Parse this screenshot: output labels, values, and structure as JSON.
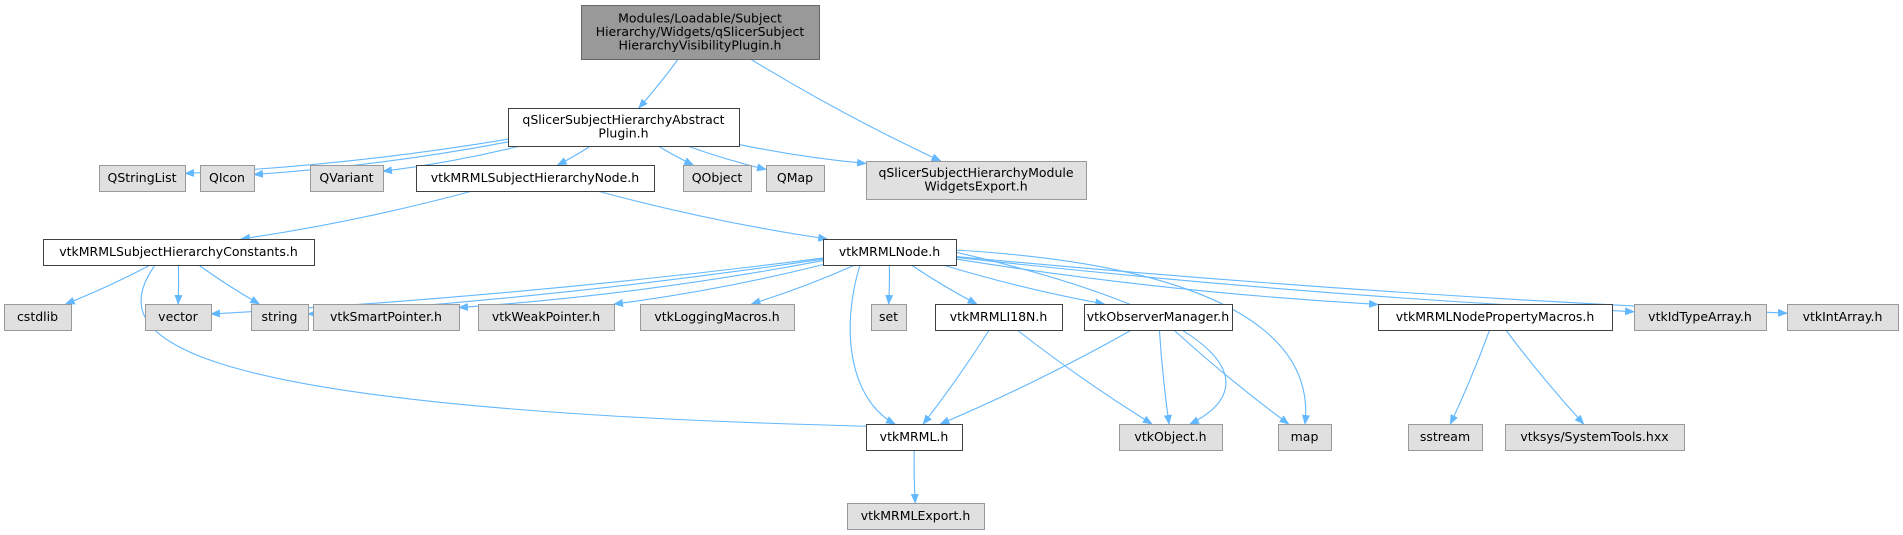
{
  "colors": {
    "edge": "#63b8ff",
    "root_fill": "#999999",
    "root_border": "#666666",
    "local_fill": "#ffffff",
    "local_border": "#404040",
    "external_fill": "#e0e0e0",
    "external_border": "#999999"
  },
  "nodes": [
    {
      "id": "root",
      "kind": "root",
      "lines": [
        "Modules/Loadable/Subject",
        "Hierarchy/Widgets/qSlicerSubject",
        "HierarchyVisibilityPlugin.h"
      ]
    },
    {
      "id": "abstract_plugin",
      "kind": "local",
      "lines": [
        "qSlicerSubjectHierarchyAbstract",
        "Plugin.h"
      ]
    },
    {
      "id": "qstringlist",
      "kind": "external",
      "lines": [
        "QStringList"
      ]
    },
    {
      "id": "qicon",
      "kind": "external",
      "lines": [
        "QIcon"
      ]
    },
    {
      "id": "qvariant",
      "kind": "external",
      "lines": [
        "QVariant"
      ]
    },
    {
      "id": "sh_node",
      "kind": "local",
      "lines": [
        "vtkMRMLSubjectHierarchyNode.h"
      ]
    },
    {
      "id": "qobject",
      "kind": "external",
      "lines": [
        "QObject"
      ]
    },
    {
      "id": "qmap",
      "kind": "external",
      "lines": [
        "QMap"
      ]
    },
    {
      "id": "widgets_export",
      "kind": "external",
      "lines": [
        "qSlicerSubjectHierarchyModule",
        "WidgetsExport.h"
      ]
    },
    {
      "id": "sh_constants",
      "kind": "local",
      "lines": [
        "vtkMRMLSubjectHierarchyConstants.h"
      ]
    },
    {
      "id": "mrml_node",
      "kind": "local",
      "lines": [
        "vtkMRMLNode.h"
      ]
    },
    {
      "id": "cstdlib",
      "kind": "external",
      "lines": [
        "cstdlib"
      ]
    },
    {
      "id": "vector",
      "kind": "external",
      "lines": [
        "vector"
      ]
    },
    {
      "id": "string",
      "kind": "external",
      "lines": [
        "string"
      ]
    },
    {
      "id": "smart_pointer",
      "kind": "external",
      "lines": [
        "vtkSmartPointer.h"
      ]
    },
    {
      "id": "weak_pointer",
      "kind": "external",
      "lines": [
        "vtkWeakPointer.h"
      ]
    },
    {
      "id": "logging_macros",
      "kind": "external",
      "lines": [
        "vtkLoggingMacros.h"
      ]
    },
    {
      "id": "set",
      "kind": "external",
      "lines": [
        "set"
      ]
    },
    {
      "id": "i18n",
      "kind": "local",
      "lines": [
        "vtkMRMLI18N.h"
      ]
    },
    {
      "id": "observer_manager",
      "kind": "local",
      "lines": [
        "vtkObserverManager.h"
      ]
    },
    {
      "id": "property_macros",
      "kind": "local",
      "lines": [
        "vtkMRMLNodePropertyMacros.h"
      ]
    },
    {
      "id": "id_type_array",
      "kind": "external",
      "lines": [
        "vtkIdTypeArray.h"
      ]
    },
    {
      "id": "int_array",
      "kind": "external",
      "lines": [
        "vtkIntArray.h"
      ]
    },
    {
      "id": "mrml",
      "kind": "local",
      "lines": [
        "vtkMRML.h"
      ]
    },
    {
      "id": "vtk_object",
      "kind": "external",
      "lines": [
        "vtkObject.h"
      ]
    },
    {
      "id": "map",
      "kind": "external",
      "lines": [
        "map"
      ]
    },
    {
      "id": "sstream",
      "kind": "external",
      "lines": [
        "sstream"
      ]
    },
    {
      "id": "system_tools",
      "kind": "external",
      "lines": [
        "vtksys/SystemTools.hxx"
      ]
    },
    {
      "id": "mrml_export",
      "kind": "external",
      "lines": [
        "vtkMRMLExport.h"
      ]
    }
  ],
  "edges": [
    [
      "root",
      "abstract_plugin"
    ],
    [
      "root",
      "widgets_export"
    ],
    [
      "abstract_plugin",
      "qstringlist"
    ],
    [
      "abstract_plugin",
      "qicon"
    ],
    [
      "abstract_plugin",
      "qvariant"
    ],
    [
      "abstract_plugin",
      "sh_node"
    ],
    [
      "abstract_plugin",
      "qobject"
    ],
    [
      "abstract_plugin",
      "qmap"
    ],
    [
      "abstract_plugin",
      "widgets_export"
    ],
    [
      "sh_node",
      "sh_constants"
    ],
    [
      "sh_node",
      "mrml_node"
    ],
    [
      "sh_constants",
      "cstdlib"
    ],
    [
      "sh_constants",
      "vector"
    ],
    [
      "sh_constants",
      "string"
    ],
    [
      "sh_constants",
      "mrml"
    ],
    [
      "mrml_node",
      "vector"
    ],
    [
      "mrml_node",
      "string"
    ],
    [
      "mrml_node",
      "smart_pointer"
    ],
    [
      "mrml_node",
      "weak_pointer"
    ],
    [
      "mrml_node",
      "logging_macros"
    ],
    [
      "mrml_node",
      "set"
    ],
    [
      "mrml_node",
      "i18n"
    ],
    [
      "mrml_node",
      "observer_manager"
    ],
    [
      "mrml_node",
      "property_macros"
    ],
    [
      "mrml_node",
      "id_type_array"
    ],
    [
      "mrml_node",
      "int_array"
    ],
    [
      "mrml_node",
      "mrml"
    ],
    [
      "mrml_node",
      "vtk_object"
    ],
    [
      "mrml_node",
      "map"
    ],
    [
      "i18n",
      "mrml"
    ],
    [
      "i18n",
      "vtk_object"
    ],
    [
      "observer_manager",
      "mrml"
    ],
    [
      "observer_manager",
      "vtk_object"
    ],
    [
      "observer_manager",
      "map"
    ],
    [
      "property_macros",
      "sstream"
    ],
    [
      "property_macros",
      "system_tools"
    ],
    [
      "mrml",
      "mrml_export"
    ]
  ]
}
